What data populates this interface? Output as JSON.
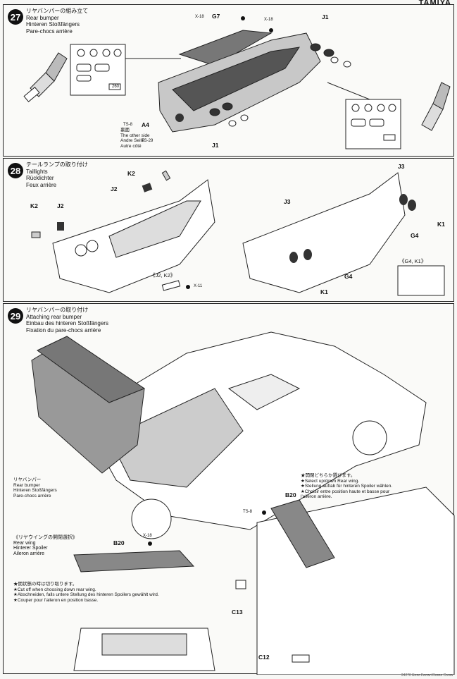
{
  "header": {
    "brand": "TAMIYA"
  },
  "steps": [
    {
      "number": "27",
      "title_jp": "リヤバンパーの組み立て",
      "title_en": "Rear bumper",
      "title_de": "Hinteren Stoßfängers",
      "title_fr": "Pare-chocs arrière",
      "labels": {
        "g7": "G7",
        "x18a": "X-18",
        "x18b": "X-18",
        "j1a": "J1",
        "j1b": "J1",
        "a4": "A4",
        "ts8": "TS-8",
        "ts29": "TS-29",
        "decal260": "260"
      },
      "other_side": [
        "裏面",
        "The other side",
        "Andre Seite",
        "Autre côté"
      ]
    },
    {
      "number": "28",
      "title_jp": "テールランプの取り付け",
      "title_en": "Taillights",
      "title_de": "Rücklichter",
      "title_fr": "Feux arrière",
      "labels": {
        "k2a": "K2",
        "j2a": "J2",
        "k2b": "K2",
        "j2b": "J2",
        "j3a": "J3",
        "j3b": "J3",
        "g4a": "G4",
        "g4b": "G4",
        "k1a": "K1",
        "k1b": "K1",
        "x11": "X-11",
        "j2k2": "《J2, K2》",
        "g4k1": "《G4, K1》"
      }
    },
    {
      "number": "29",
      "title_jp": "リヤバンパーの取り付け",
      "title_en": "Attaching rear bumper",
      "title_de": "Einbau des hinteren Stoßfängers",
      "title_fr": "Fixation du pare-chocs arrière",
      "bumper_label": [
        "リヤバンパー",
        "Rear bumper",
        "Hinteren Stoßfängers",
        "Pare-chocs arrière"
      ],
      "wing_section": [
        "《リヤウイングの開閉選択》",
        "Rear wing",
        "Hinterer Spoiler",
        "Aileron arrière"
      ],
      "cut_note": [
        "★開状態の時は切り取ります。",
        "★Cut off when choosing down rear wing.",
        "★Abschneiden, falls untere Stellung des hinteren Spoilers gewählt wird.",
        "★Couper pour l'aileron en position basse."
      ],
      "select_note": [
        "★開閉どちらか選びます。",
        "★Select up/down Rear wing.",
        "★Stellung auf/ab für hinteren Spoiler wählen.",
        "★Choisir entre position haute et basse pour",
        "l'aileron arrière."
      ],
      "labels": {
        "b20a": "B20",
        "b20b": "B20",
        "x18": "X-18",
        "ts8": "TS-8",
        "c13": "C13",
        "c12": "C12"
      }
    }
  ],
  "footer": {
    "text": "24270 Enzo Ferrari Rosso Corsa"
  }
}
